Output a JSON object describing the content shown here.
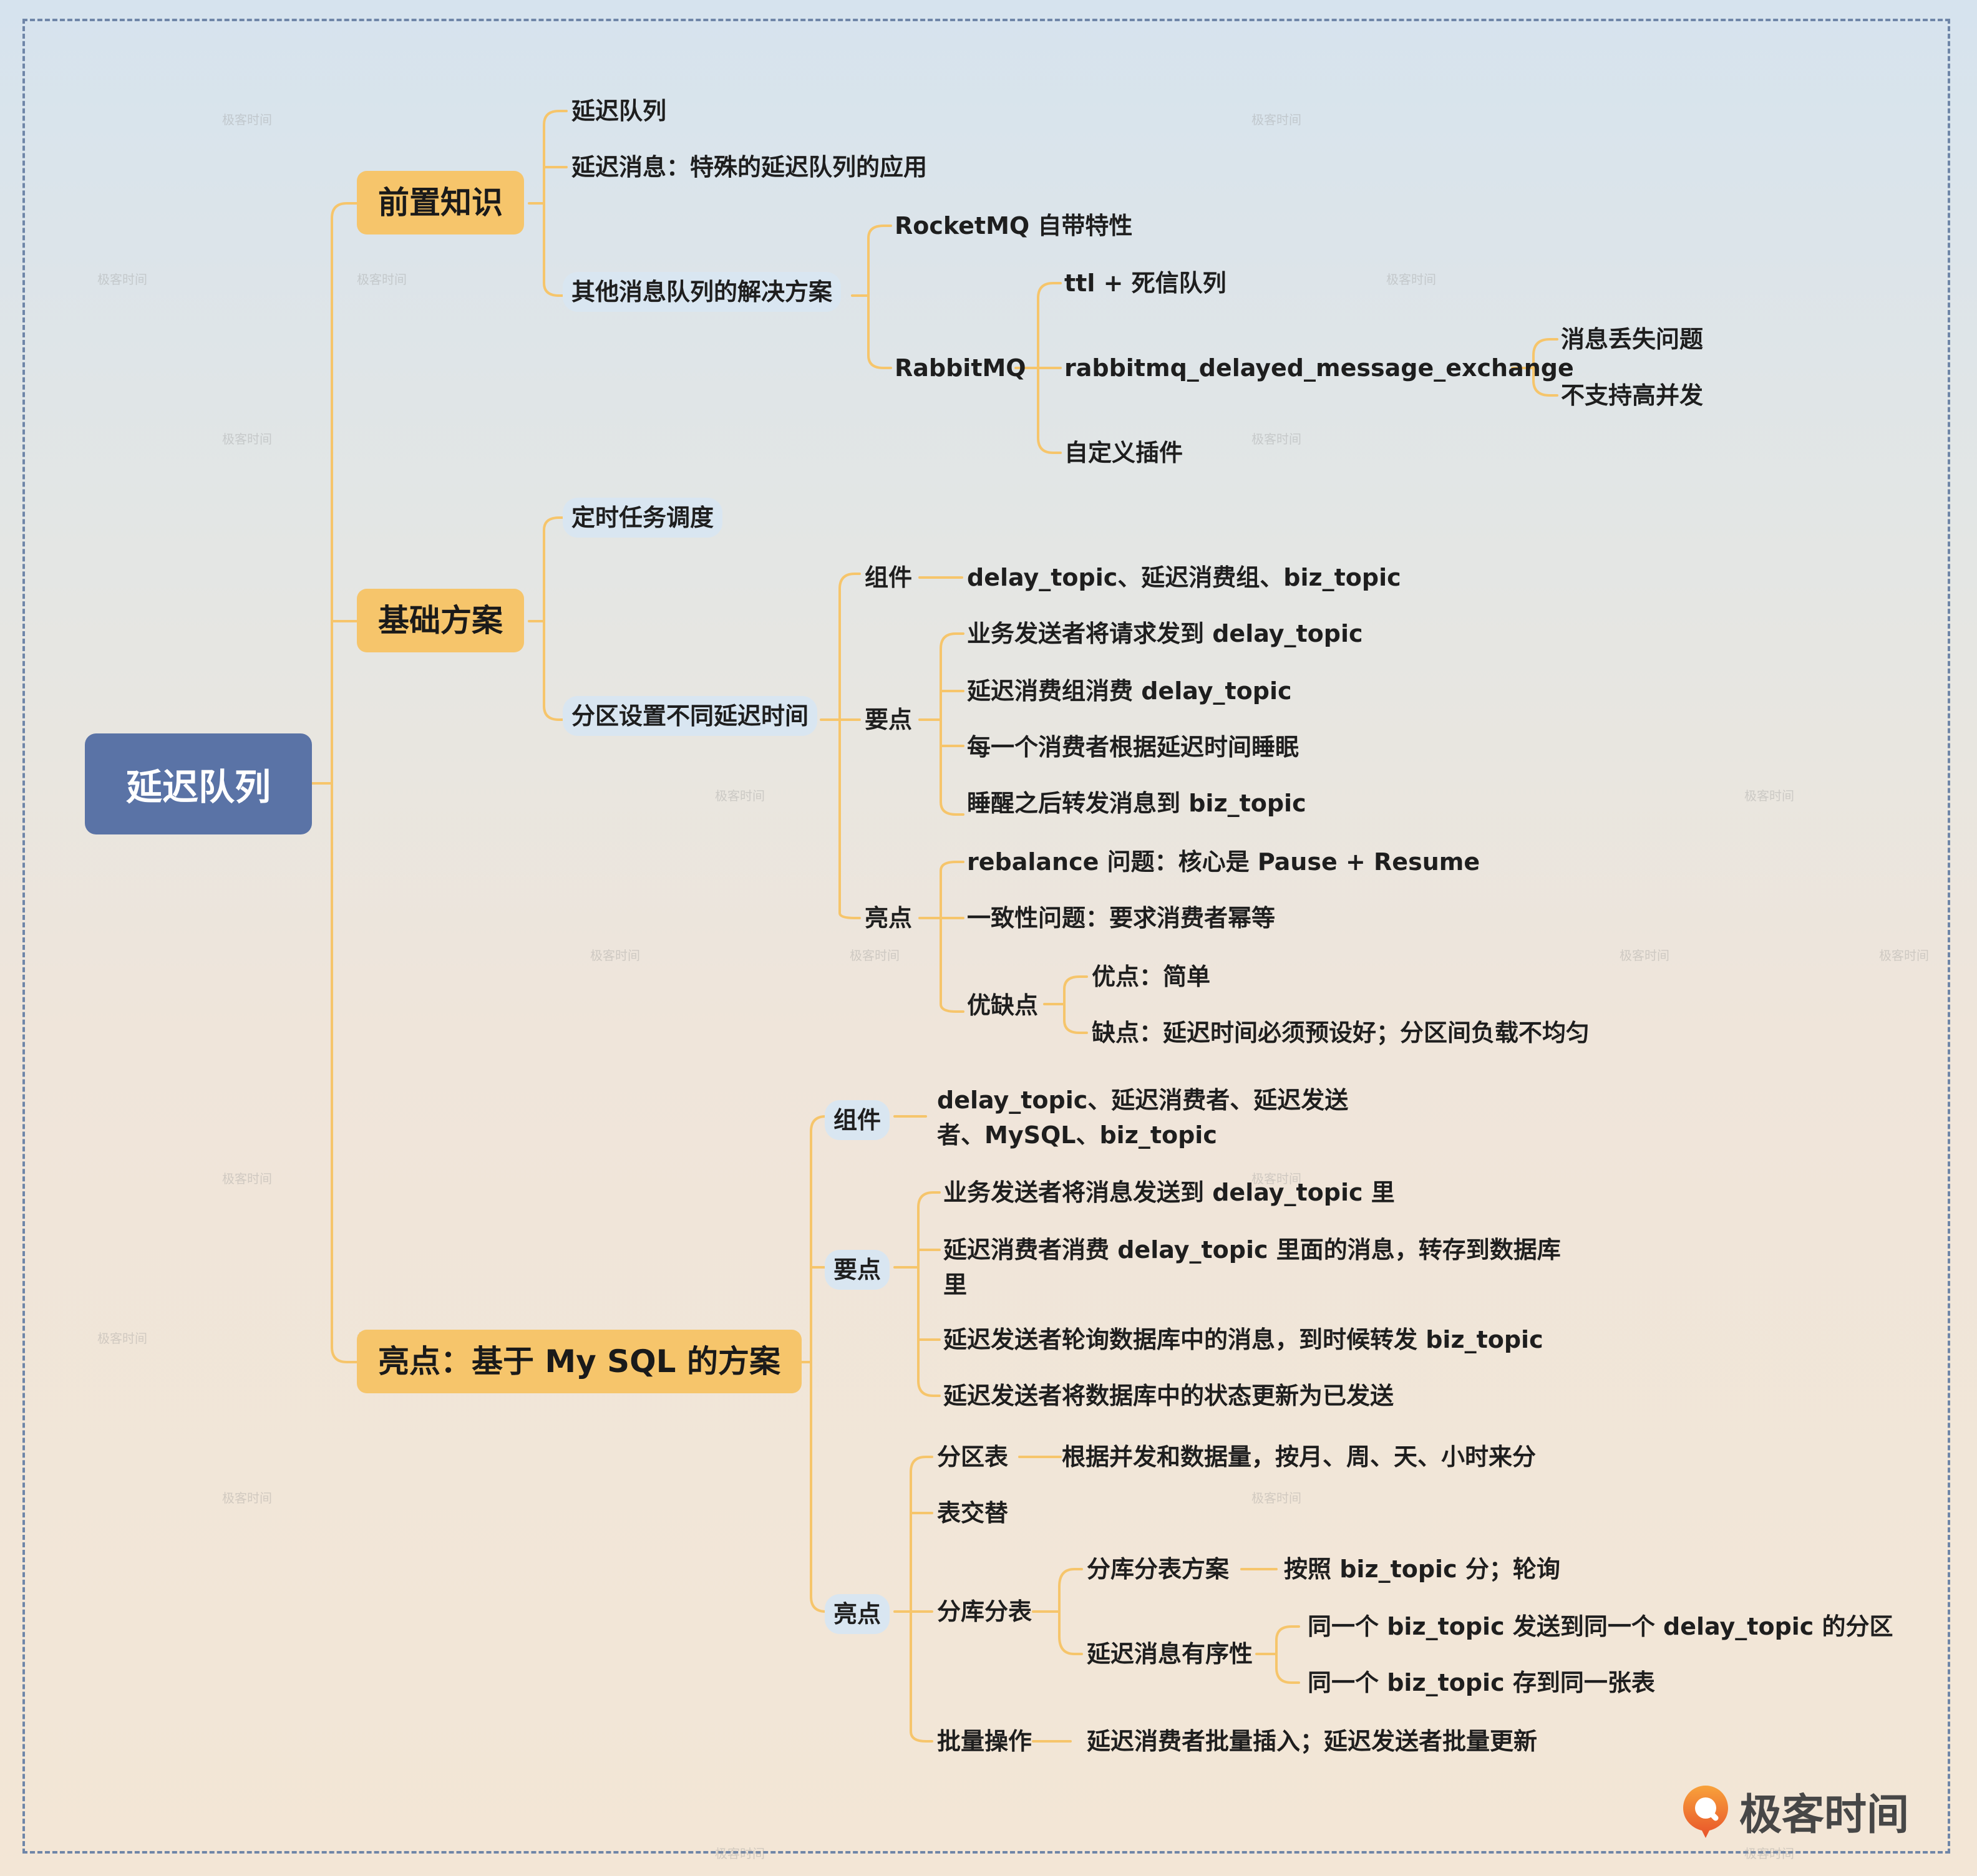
{
  "root": {
    "label": "延迟队列"
  },
  "branches": {
    "prior": "前置知识",
    "basic": "基础方案",
    "mysql": "亮点：基于 My SQL 的方案"
  },
  "prior": {
    "item1": "延迟队列",
    "item2": "延迟消息：特殊的延迟队列的应用",
    "item3": "其他消息队列的解决方案",
    "rocketmq": "RocketMQ 自带特性",
    "rabbitmq": "RabbitMQ",
    "ttl": "ttl + 死信队列",
    "exchange": "rabbitmq_delayed_message_exchange",
    "loss": "消息丢失问题",
    "concurrency": "不支持高并发",
    "plugin": "自定义插件"
  },
  "basic": {
    "scheduling": "定时任务调度",
    "partition": "分区设置不同延迟时间",
    "components_label": "组件",
    "components_value": "delay_topic、延迟消费组、biz_topic",
    "keypoints_label": "要点",
    "kp1": "业务发送者将请求发到 delay_topic",
    "kp2": "延迟消费组消费 delay_topic",
    "kp3": "每一个消费者根据延迟时间睡眠",
    "kp4": "睡醒之后转发消息到 biz_topic",
    "highlights_label": "亮点",
    "hl1": "rebalance 问题：核心是 Pause + Resume",
    "hl2": "一致性问题：要求消费者幂等",
    "proscons_label": "优缺点",
    "pros": "优点：简单",
    "cons": "缺点：延迟时间必须预设好；分区间负载不均匀"
  },
  "mysql": {
    "components_label": "组件",
    "components_value": "delay_topic、延迟消费者、延迟发送者、MySQL、biz_topic",
    "keypoints_label": "要点",
    "kp1": "业务发送者将消息发送到 delay_topic 里",
    "kp2": "延迟消费者消费 delay_topic 里面的消息，转存到数据库里",
    "kp3": "延迟发送者轮询数据库中的消息，到时候转发 biz_topic",
    "kp4": "延迟发送者将数据库中的状态更新为已发送",
    "highlights_label": "亮点",
    "partition_table": "分区表",
    "partition_table_desc": "根据并发和数据量，按月、周、天、小时来分",
    "table_swap": "表交替",
    "sharding": "分库分表",
    "sharding_plan": "分库分表方案",
    "sharding_plan_desc": "按照 biz_topic 分；轮询",
    "ordering": "延迟消息有序性",
    "ordering1": "同一个 biz_topic 发送到同一个 delay_topic 的分区",
    "ordering2": "同一个 biz_topic 存到同一张表",
    "batch": "批量操作",
    "batch_desc": "延迟消费者批量插入；延迟发送者批量更新"
  },
  "watermark": "极客时间",
  "logo": {
    "text": "极客时间"
  },
  "colors": {
    "connector": "#f6c56b",
    "branch": "#f6c56b",
    "root": "#5a73a6",
    "frame": "#6f86a8"
  }
}
